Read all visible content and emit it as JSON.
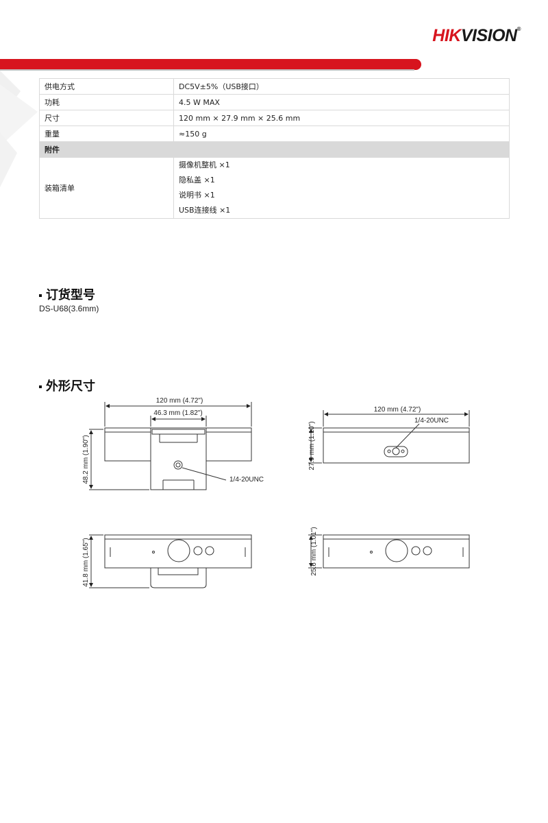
{
  "brand": {
    "logo_hik": "HIK",
    "logo_vision": "VISION",
    "logo_reg": "®"
  },
  "spec_table": {
    "rows": [
      {
        "label": "供电方式",
        "value": "DC5V±5%（USB接口）"
      },
      {
        "label": "功耗",
        "value": "4.5 W MAX"
      },
      {
        "label": "尺寸",
        "value": "120 mm × 27.9 mm × 25.6 mm"
      },
      {
        "label": "重量",
        "value": "≈150 g"
      }
    ],
    "section_accessories": "附件",
    "packing_label": "装箱清单",
    "packing_items": [
      "摄像机整机 ×1",
      "隐私盖 ×1",
      "说明书 ×1",
      "USB连接线 ×1"
    ]
  },
  "ordering": {
    "heading": "订货型号",
    "model": "DS-U68(3.6mm)"
  },
  "dimensions": {
    "heading": "外形尺寸",
    "labels": {
      "width_total": "120 mm (4.72\")",
      "width_mount": "46.3 mm (1.82\")",
      "height_front": "48.2 mm (1.90\")",
      "thread_front": "1/4-20UNC",
      "width_back": "120 mm (4.72\")",
      "thread_back": "1/4-20UNC",
      "height_back": "27.9 mm (1.10\")",
      "height_bottom_left": "41.8 mm (1.65\")",
      "height_bottom_right": "25.6 mm (1.01\")"
    }
  }
}
